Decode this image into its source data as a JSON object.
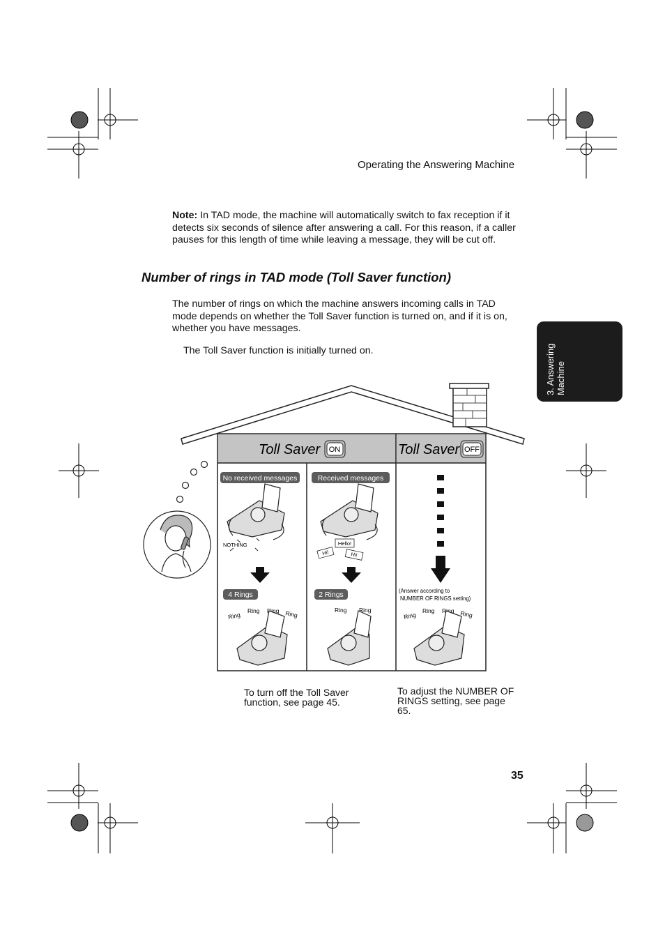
{
  "header": {
    "running_head": "Operating the Answering Machine"
  },
  "note": {
    "label": "Note:",
    "text": " In TAD mode, the machine will automatically switch to fax reception if it detects six seconds of silence after answering a call. For this reason, if a caller pauses for this length of time while leaving a message, they will be cut off."
  },
  "section": {
    "title": "Number of rings in TAD mode (Toll Saver function)",
    "intro": "The number of rings on which the machine answers incoming calls in TAD mode depends on whether the Toll Saver function is turned on, and if it is on, whether you have messages.",
    "initial_state": "The Toll Saver function is initially turned on."
  },
  "side_tab": {
    "line1": "3. Answering",
    "line2": "Machine"
  },
  "diagram": {
    "on_panel": {
      "title": "Toll Saver",
      "badge": "ON"
    },
    "off_panel": {
      "title": "Toll Saver",
      "badge": "OFF"
    },
    "col_no_messages": {
      "label": "No received messages",
      "bubble": "NOTHING",
      "rings": "4 Rings"
    },
    "col_messages": {
      "label": "Received messages",
      "bubble_hello": "Hello!",
      "bubble_hi_1": "Hi!",
      "bubble_hi_2": "Hi!",
      "rings": "2 Rings"
    },
    "col_off": {
      "note_line1": "(Answer according to",
      "note_line2": "NUMBER OF RINGS setting)"
    },
    "ring_word": "Ring"
  },
  "captions": {
    "left": "To turn off the Toll Saver function, see page 45.",
    "right": "To adjust the NUMBER OF RINGS setting, see page 65."
  },
  "footer": {
    "page_number": "35"
  },
  "colors": {
    "header_gray": "#c4c4c4",
    "pill_gray": "#5c5c5c",
    "tab_black": "#1c1c1c"
  }
}
